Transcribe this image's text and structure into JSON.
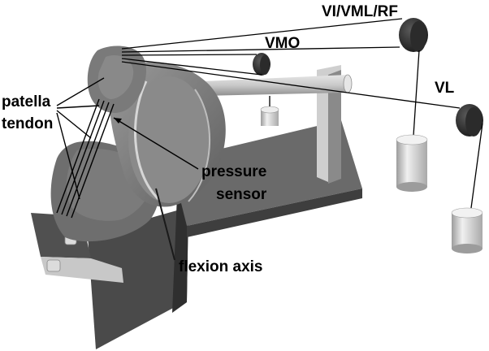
{
  "labels": {
    "vi_vml_rf": "VI/VML/RF",
    "vmo": "VMO",
    "vl": "VL",
    "patella_line1": "patella",
    "patella_line2": "tendon",
    "pressure_line1": "pressure",
    "pressure_line2": "sensor",
    "flexion_axis": "flexion axis"
  }
}
